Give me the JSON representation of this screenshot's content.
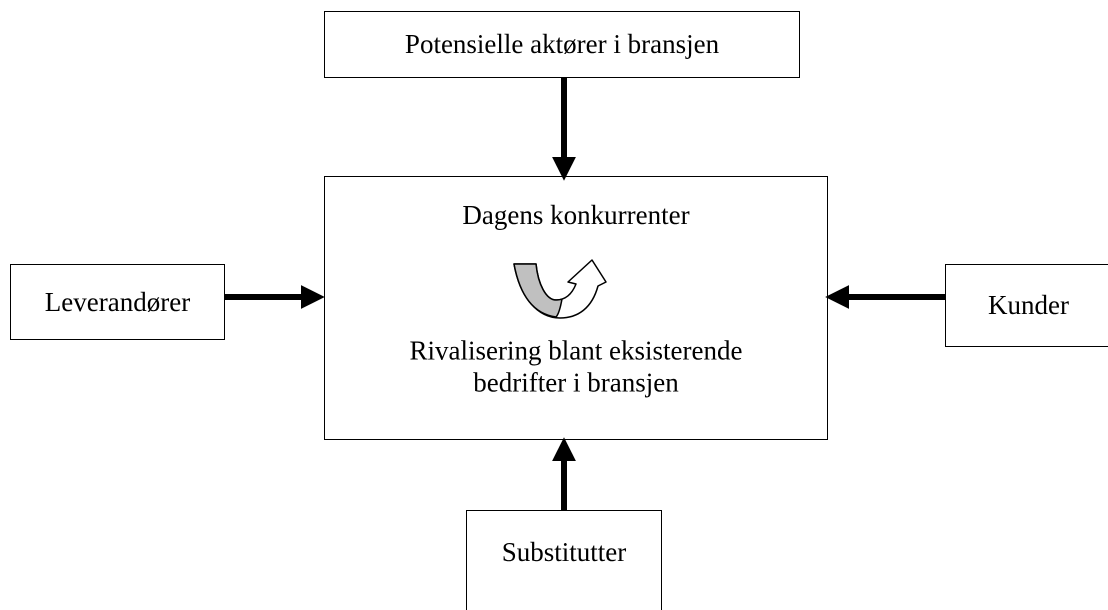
{
  "diagram": {
    "top_box": {
      "label": "Potensielle aktører i bransjen"
    },
    "left_box": {
      "label": "Leverandører"
    },
    "right_box": {
      "label": "Kunder"
    },
    "bottom_box": {
      "label": "Substitutter"
    },
    "center_box": {
      "title": "Dagens konkurrenter",
      "body_line_1": "Rivalisering blant eksisterende",
      "body_line_2": "bedrifter i bransjen"
    },
    "colors": {
      "stroke": "#000000",
      "rivalry_fill": "#c0c0c0"
    },
    "icons": {
      "rivalry": "circular-rivalry-arrow-icon"
    }
  }
}
